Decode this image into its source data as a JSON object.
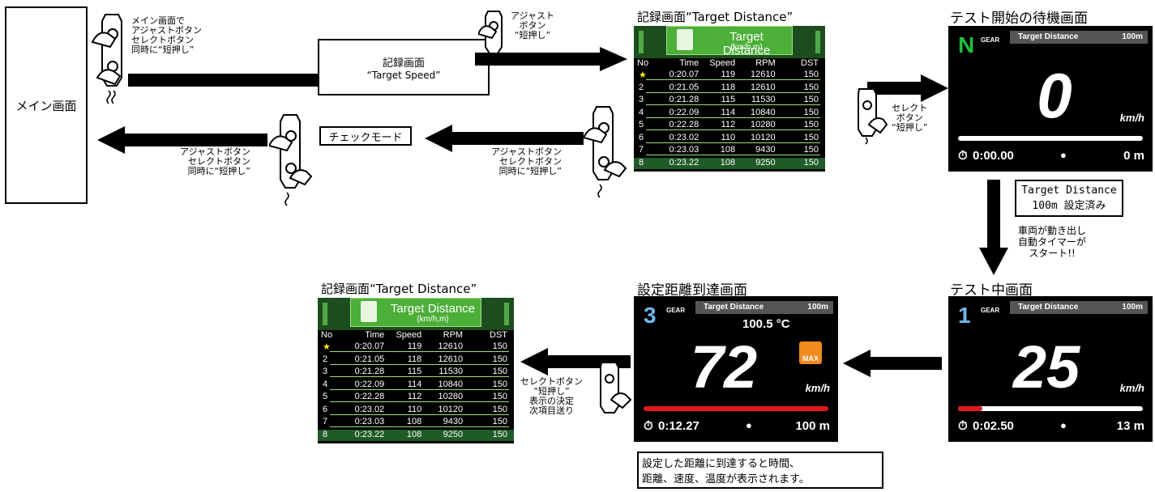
{
  "main_screen": {
    "label": "メイン画面"
  },
  "step1": {
    "caption": "メイン画面で\nアジャストボタン\nセレクトボタン\n同時に“短押し”"
  },
  "target_speed_box": {
    "line1": "記録画面",
    "line2": "“Target Speed”"
  },
  "step2": {
    "caption": "アジャスト\nボタン\n“短押し”"
  },
  "check_mode": {
    "label": "チェックモード"
  },
  "step_back1": {
    "caption": "アジャストボタン\nセレクトボタン\n同時に“短押し”"
  },
  "step_back2": {
    "caption": "アジャストボタン\nセレクトボタン\n同時に“短押し”"
  },
  "step3": {
    "caption": "セレクト\nボタン\n“短押し”"
  },
  "record_top": {
    "title": "記録画面“Target Distance”",
    "header_title": "Target Distance",
    "header_sub": "(km/h,m)",
    "columns": [
      "No",
      "Time",
      "Speed",
      "RPM",
      "DST"
    ],
    "rows": [
      [
        "★",
        "0:20.07",
        "119",
        "12610",
        "150"
      ],
      [
        "2",
        "0:21.05",
        "118",
        "12610",
        "150"
      ],
      [
        "3",
        "0:21.28",
        "115",
        "11530",
        "150"
      ],
      [
        "4",
        "0:22.09",
        "114",
        "10840",
        "150"
      ],
      [
        "5",
        "0:22.28",
        "112",
        "10280",
        "150"
      ],
      [
        "6",
        "0:23.02",
        "110",
        "10120",
        "150"
      ],
      [
        "7",
        "0:23.03",
        "108",
        "9430",
        "150"
      ],
      [
        "8",
        "0:23.22",
        "108",
        "9250",
        "150"
      ]
    ],
    "star_color": "#ffee00",
    "selected_row": 8
  },
  "record_bottom": {
    "title": "記録画面“Target Distance”",
    "header_title": "Target Distance",
    "header_sub": "(km/h,m)",
    "columns": [
      "No",
      "Time",
      "Speed",
      "RPM",
      "DST"
    ],
    "rows": [
      [
        "★",
        "0:20.07",
        "119",
        "12610",
        "150"
      ],
      [
        "2",
        "0:21.05",
        "118",
        "12610",
        "150"
      ],
      [
        "3",
        "0:21.28",
        "115",
        "11530",
        "150"
      ],
      [
        "4",
        "0:22.09",
        "114",
        "10840",
        "150"
      ],
      [
        "5",
        "0:22.28",
        "112",
        "10280",
        "150"
      ],
      [
        "6",
        "0:23.02",
        "110",
        "10120",
        "150"
      ],
      [
        "7",
        "0:23.03",
        "108",
        "9430",
        "150"
      ],
      [
        "8",
        "0:23.22",
        "108",
        "9250",
        "150"
      ]
    ],
    "selected_row": 8
  },
  "standby_screen": {
    "title": "テスト開始の待機画面",
    "gear": "N",
    "gear_color": "#1fbf3a",
    "gear_label": "GEAR",
    "tab_label": "Target Distance",
    "tab_value": "100m",
    "speed": "0",
    "unit": "km/h",
    "time": "0:00.00",
    "distance": "0 m",
    "progress": 0
  },
  "target_note": {
    "line1": "Target Distance",
    "line2": "100m 設定済み"
  },
  "auto_timer_note": {
    "caption": "車両が動き出し\n自動タイマーが\nスタート!!"
  },
  "testing_screen": {
    "title": "テスト中画面",
    "gear": "1",
    "gear_color": "#6fb8e8",
    "gear_label": "GEAR",
    "tab_label": "Target Distance",
    "tab_value": "100m",
    "speed": "25",
    "unit": "km/h",
    "time": "0:02.50",
    "distance": "13 m",
    "progress": 0.13,
    "progress_color": "#e0161c"
  },
  "reached_screen": {
    "title": "設定距離到達画面",
    "gear": "3",
    "gear_color": "#6fb8e8",
    "gear_label": "GEAR",
    "tab_label": "Target Distance",
    "tab_value": "100m",
    "temperature": "100.5 °C",
    "speed": "72",
    "unit": "km/h",
    "max_badge": "MAX",
    "max_color": "#f08a1c",
    "time": "0:12.27",
    "distance": "100 m",
    "progress": 1.0,
    "progress_color": "#e0161c"
  },
  "reached_note": {
    "line1": "設定した距離に到達すると時間、",
    "line2": "距離、速度、温度が表示されます。"
  },
  "step4": {
    "caption": "セレクトボタン\n“短押し”\n表示の決定\n次項目送り"
  }
}
